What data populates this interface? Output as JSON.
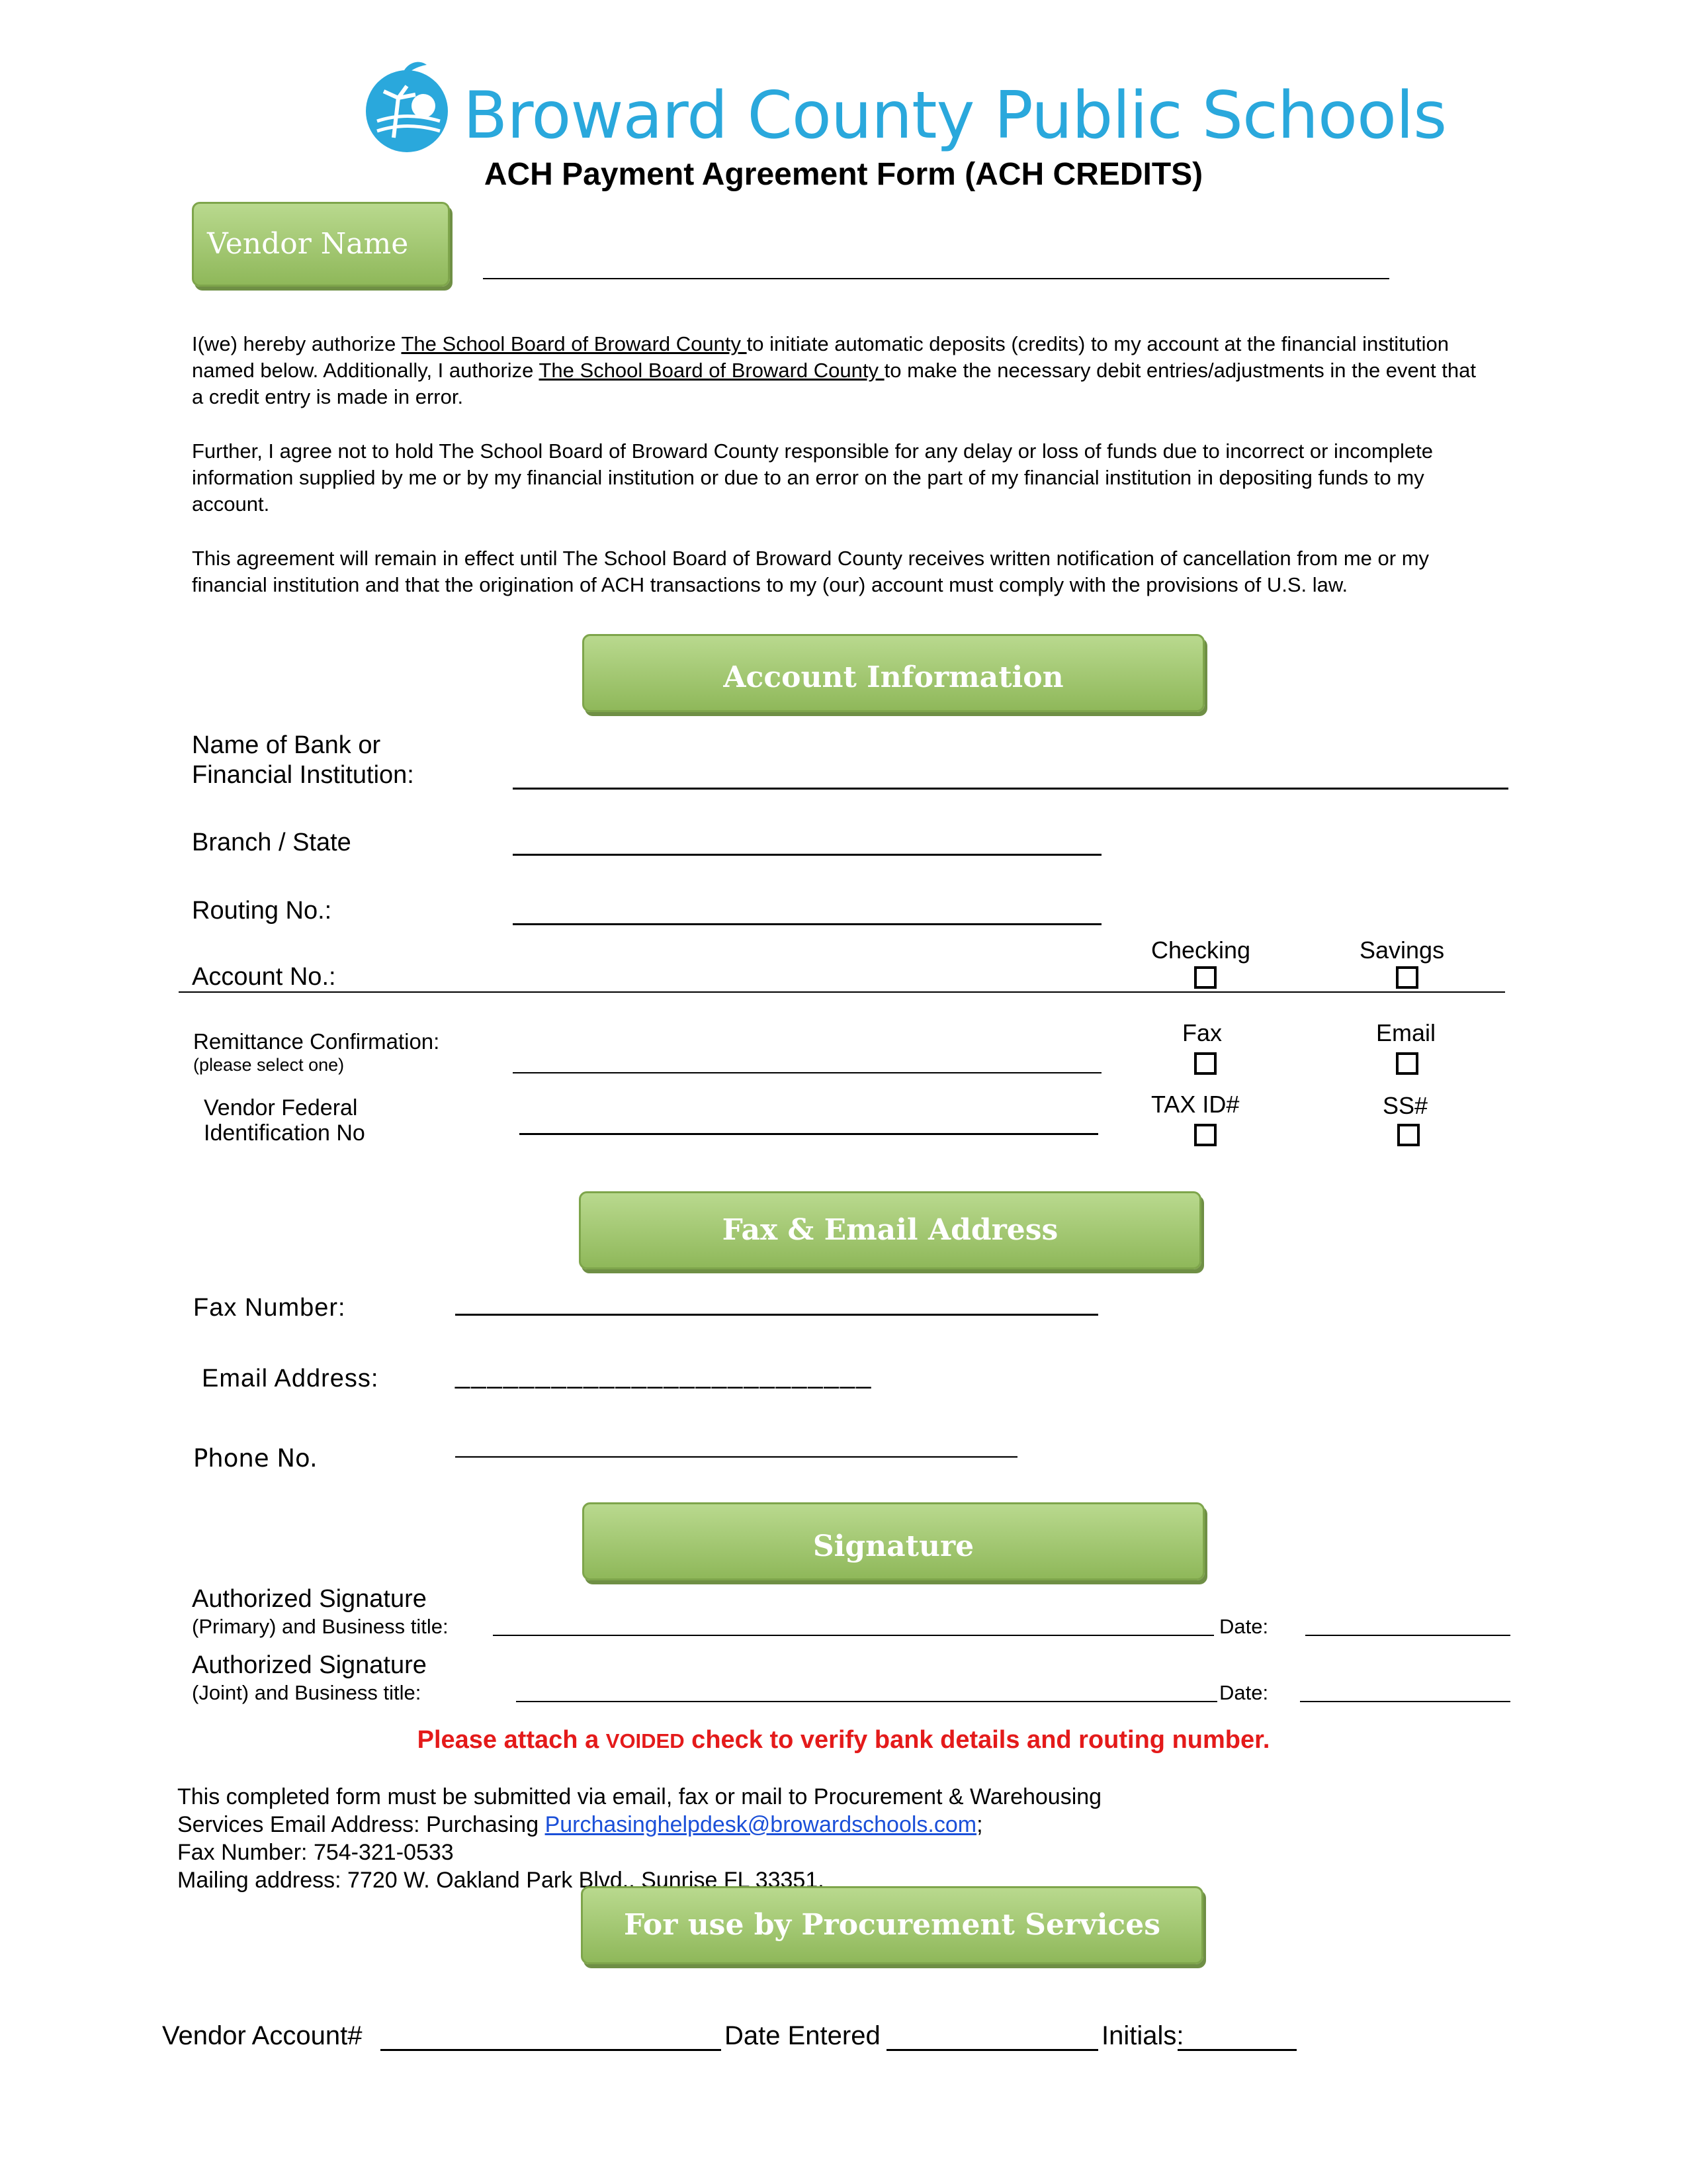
{
  "header": {
    "org_name": "Broward County Public Schools",
    "form_title": "ACH Payment Agreement Form (ACH CREDITS)"
  },
  "vendor_name_label": "Vendor Name",
  "agreement": {
    "p1_a": "I(we) hereby authorize ",
    "p1_board": "The School Board of Broward County ",
    "p1_b": "to initiate automatic deposits (credits) to my account at the financial institution named below. Additionally, I authorize ",
    "p1_board2": "The School Board of Broward County ",
    "p1_c": "to make the necessary debit entries/adjustments in the event that a credit entry is made in error.",
    "p2": "Further, I agree not to hold The School Board of Broward County responsible for any delay or loss of funds due to incorrect or incomplete information supplied by me or by my financial institution or due to an error on the part of my financial institution in depositing funds to my account.",
    "p3": "This agreement will remain in effect until The School Board of Broward County receives written notification of cancellation from me or my financial institution and that the origination of ACH transactions to my (our) account must comply with the provisions of U.S. law."
  },
  "sections": {
    "account_info": "Account Information",
    "fax_email": "Fax & Email Address",
    "signature": "Signature",
    "procurement": "For use by Procurement Services"
  },
  "account": {
    "bank_label_1": "Name of Bank or",
    "bank_label_2": "Financial Institution:",
    "branch_label": "Branch / State",
    "routing_label": "Routing No.:",
    "account_label": "Account No.:",
    "checking_label": "Checking",
    "savings_label": "Savings",
    "remittance_label": "Remittance Confirmation:",
    "remittance_hint": "(please select one)",
    "fax_option": "Fax",
    "email_option": "Email",
    "federal_label_1": "Vendor Federal",
    "federal_label_2": "Identification No",
    "taxid_option": "TAX ID#",
    "ss_option": "SS#"
  },
  "contact": {
    "fax_label": "Fax Number:",
    "email_label": "Email Address:",
    "phone_label": "Phone No.",
    "email_dashes": "__________________________",
    "phone_dashes": "—————————————————————————"
  },
  "signature_block": {
    "primary_1": "Authorized Signature",
    "primary_2": "(Primary) and Business title:",
    "joint_1": "Authorized  Signature",
    "joint_2": "(Joint) and Business title:",
    "date_label": "Date:"
  },
  "notice": {
    "a": "Please attach a ",
    "voided": "VOIDED",
    "b": " check to verify bank details and routing number."
  },
  "submission": {
    "line1": "This completed form must be submitted via email, fax or mail to Procurement & Warehousing",
    "line2_a": "Services Email Address: Purchasing ",
    "email": "Purchasinghelpdesk@browardschools.com",
    "line2_b": ";",
    "line3": "Fax Number: 754-321-0533",
    "line4": "Mailing address: 7720 W. Oakland Park Blvd., Sunrise FL 33351."
  },
  "footer": {
    "vendor_account": "Vendor Account#",
    "date_entered": "Date Entered",
    "initials": "Initials:"
  },
  "colors": {
    "brand_blue": "#2aa8dc",
    "section_green": "#9cc266",
    "alert_red": "#e41a1a",
    "link_blue": "#1a4fd8"
  }
}
